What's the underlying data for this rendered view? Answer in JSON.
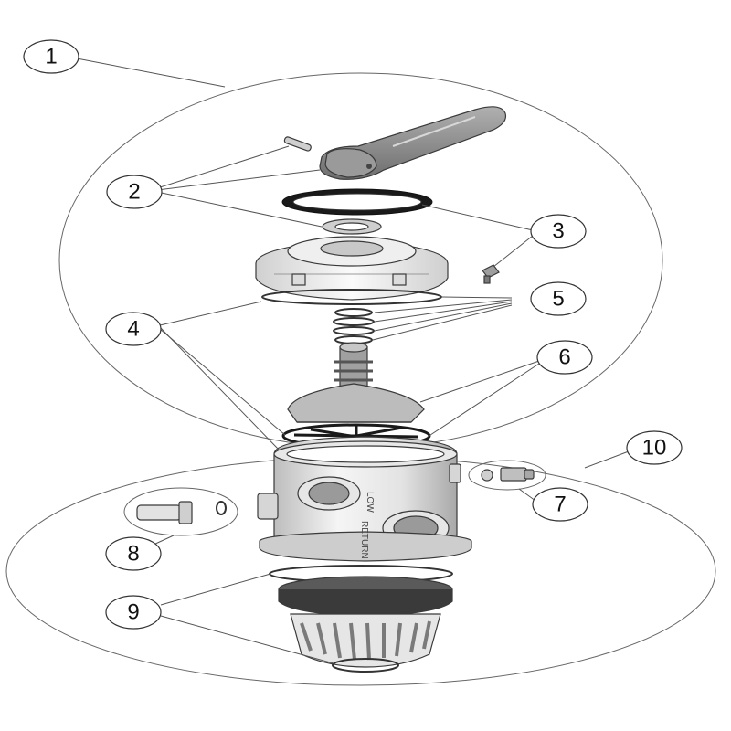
{
  "callouts": [
    {
      "id": "1",
      "label": "1"
    },
    {
      "id": "2",
      "label": "2"
    },
    {
      "id": "3",
      "label": "3"
    },
    {
      "id": "4",
      "label": "4"
    },
    {
      "id": "5",
      "label": "5"
    },
    {
      "id": "6",
      "label": "6"
    },
    {
      "id": "7",
      "label": "7"
    },
    {
      "id": "8",
      "label": "8"
    },
    {
      "id": "9",
      "label": "9"
    },
    {
      "id": "10",
      "label": "10"
    }
  ],
  "body_markings": {
    "lower": "LOW",
    "return": "RETURN"
  },
  "colors": {
    "line": "#3a3a3a",
    "part_fill_light": "#f2f2f2",
    "part_fill_mid": "#d9d9d9",
    "part_fill_dark": "#8c8c8c",
    "gasket_black": "#1a1a1a"
  }
}
